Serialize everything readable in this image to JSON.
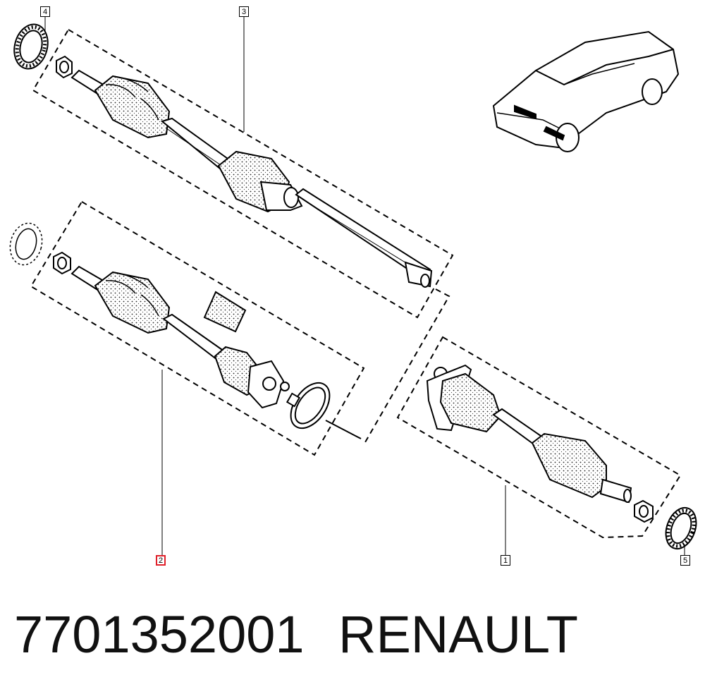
{
  "callouts": [
    {
      "id": "4",
      "label": "4",
      "selected": false
    },
    {
      "id": "3",
      "label": "3",
      "selected": false
    },
    {
      "id": "2",
      "label": "2",
      "selected": true
    },
    {
      "id": "1",
      "label": "1",
      "selected": false
    },
    {
      "id": "5",
      "label": "5",
      "selected": false
    }
  ],
  "caption": {
    "part_number": "7701352001",
    "brand": "RENAULT"
  }
}
